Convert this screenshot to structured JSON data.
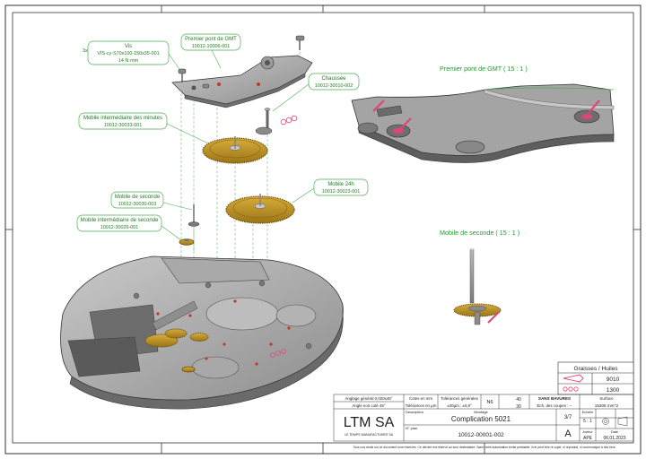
{
  "callouts": {
    "vis": {
      "qty": "3x",
      "name": "Vis",
      "ref": "VIS-cy-S70x100-150x35-001",
      "torque": "14 N·mm"
    },
    "premier_pont": {
      "name": "Premier pont de GMT",
      "ref": "10012-10006-001"
    },
    "chaussee": {
      "name": "Chaussée",
      "ref": "10012-30010-002"
    },
    "mobile_minutes": {
      "name": "Mobile intermédiaire des minutes",
      "ref": "10012-30033-001"
    },
    "mobile_24h": {
      "name": "Mobile 24h",
      "ref": "10012-30023-001"
    },
    "mobile_seconde": {
      "name": "Mobile de seconde",
      "ref": "10012-30030-003"
    },
    "mobile_int_seconde": {
      "name": "Mobile intermédiaire de seconde",
      "ref": "10012-30026-001"
    }
  },
  "details": {
    "pont_detail_title": "Premier pont de GMT ( 15 : 1 )",
    "seconde_detail_title": "Mobile de seconde ( 15 : 1 )"
  },
  "lubricants": {
    "title": "Graisses / Huiles",
    "items": [
      {
        "code": "9010",
        "color": "#e0457a"
      },
      {
        "code": "1300",
        "color": "#e0457a"
      }
    ]
  },
  "title_block": {
    "angle_general": "Anglage général 0,020x45°",
    "angle_non_cote": "Angle non coté 45°",
    "cotes": "Cotes en mm",
    "tolerances_label": "Tolérances en µm",
    "tolerances_generales": "Tolérances générales",
    "tolerances_value": "±20µm ; ±0,5°",
    "roughness": "N6",
    "chamfer_a": "40",
    "chamfer_b": "30",
    "sans_bavures": "SANS BAVURES",
    "ech_coupes": "Ech. des coupes : --",
    "surface_label": "Surface",
    "surface_value": "15305 mm^2",
    "logo": "LTM SA",
    "logo_sub": "LE TEMPS MANUFACTURES SA",
    "description_label": "Description",
    "montage_label": "Montage",
    "description": "Complication 5021",
    "no_plan_label": "N° plan",
    "no_plan": "10012-00001-002",
    "sheet": "3/7",
    "echelle_label": "Echelle",
    "echelle": "5 : 1",
    "format": "A",
    "author_label": "Auteur",
    "author": "APE",
    "date_label": "Date",
    "date": "06.01.2023",
    "footer": "Tous nos droits sur ce document sont réservés. Ce dernier est réservé au seul destinataire. Sans notre autorisation écrite préalable, il ne peut être ni copié, ni reproduit, ni communiqué à des tiers."
  }
}
